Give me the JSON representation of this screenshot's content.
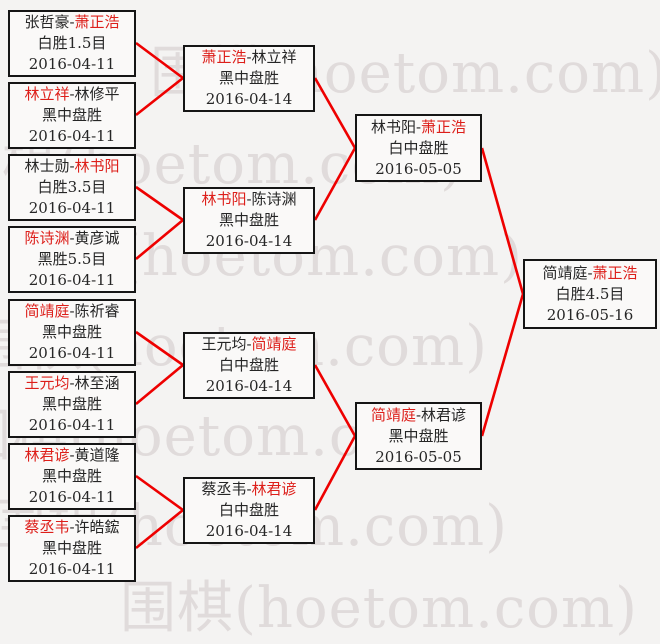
{
  "separator": "-",
  "watermark": {
    "text": "围棋(hoetom.com)"
  },
  "colors": {
    "line": "#ee0000",
    "winner": "#dd1f1a",
    "background": "#f4f3f2"
  },
  "bracket": {
    "round1": [
      {
        "p1": "张哲豪",
        "p2": "萧正浩",
        "winner": "p2",
        "result": "白胜1.5目",
        "date": "2016-04-11"
      },
      {
        "p1": "林立祥",
        "p2": "林修平",
        "winner": "p1",
        "result": "黑中盘胜",
        "date": "2016-04-11"
      },
      {
        "p1": "林士勋",
        "p2": "林书阳",
        "winner": "p2",
        "result": "白胜3.5目",
        "date": "2016-04-11"
      },
      {
        "p1": "陈诗渊",
        "p2": "黄彦诚",
        "winner": "p1",
        "result": "黑胜5.5目",
        "date": "2016-04-11"
      },
      {
        "p1": "简靖庭",
        "p2": "陈祈睿",
        "winner": "p1",
        "result": "黑中盘胜",
        "date": "2016-04-11"
      },
      {
        "p1": "王元均",
        "p2": "林至涵",
        "winner": "p1",
        "result": "黑中盘胜",
        "date": "2016-04-11"
      },
      {
        "p1": "林君谚",
        "p2": "黄道隆",
        "winner": "p1",
        "result": "黑中盘胜",
        "date": "2016-04-11"
      },
      {
        "p1": "蔡丞韦",
        "p2": "许皓鋐",
        "winner": "p1",
        "result": "黑中盘胜",
        "date": "2016-04-11"
      }
    ],
    "round2": [
      {
        "p1": "萧正浩",
        "p2": "林立祥",
        "winner": "p1",
        "result": "黑中盘胜",
        "date": "2016-04-14"
      },
      {
        "p1": "林书阳",
        "p2": "陈诗渊",
        "winner": "p1",
        "result": "黑中盘胜",
        "date": "2016-04-14"
      },
      {
        "p1": "王元均",
        "p2": "简靖庭",
        "winner": "p2",
        "result": "白中盘胜",
        "date": "2016-04-14"
      },
      {
        "p1": "蔡丞韦",
        "p2": "林君谚",
        "winner": "p2",
        "result": "白中盘胜",
        "date": "2016-04-14"
      }
    ],
    "semifinals": [
      {
        "p1": "林书阳",
        "p2": "萧正浩",
        "winner": "p2",
        "result": "白中盘胜",
        "date": "2016-05-05"
      },
      {
        "p1": "简靖庭",
        "p2": "林君谚",
        "winner": "p1",
        "result": "黑中盘胜",
        "date": "2016-05-05"
      }
    ],
    "final": [
      {
        "p1": "简靖庭",
        "p2": "萧正浩",
        "winner": "p2",
        "result": "白胜4.5目",
        "date": "2016-05-16"
      }
    ]
  }
}
